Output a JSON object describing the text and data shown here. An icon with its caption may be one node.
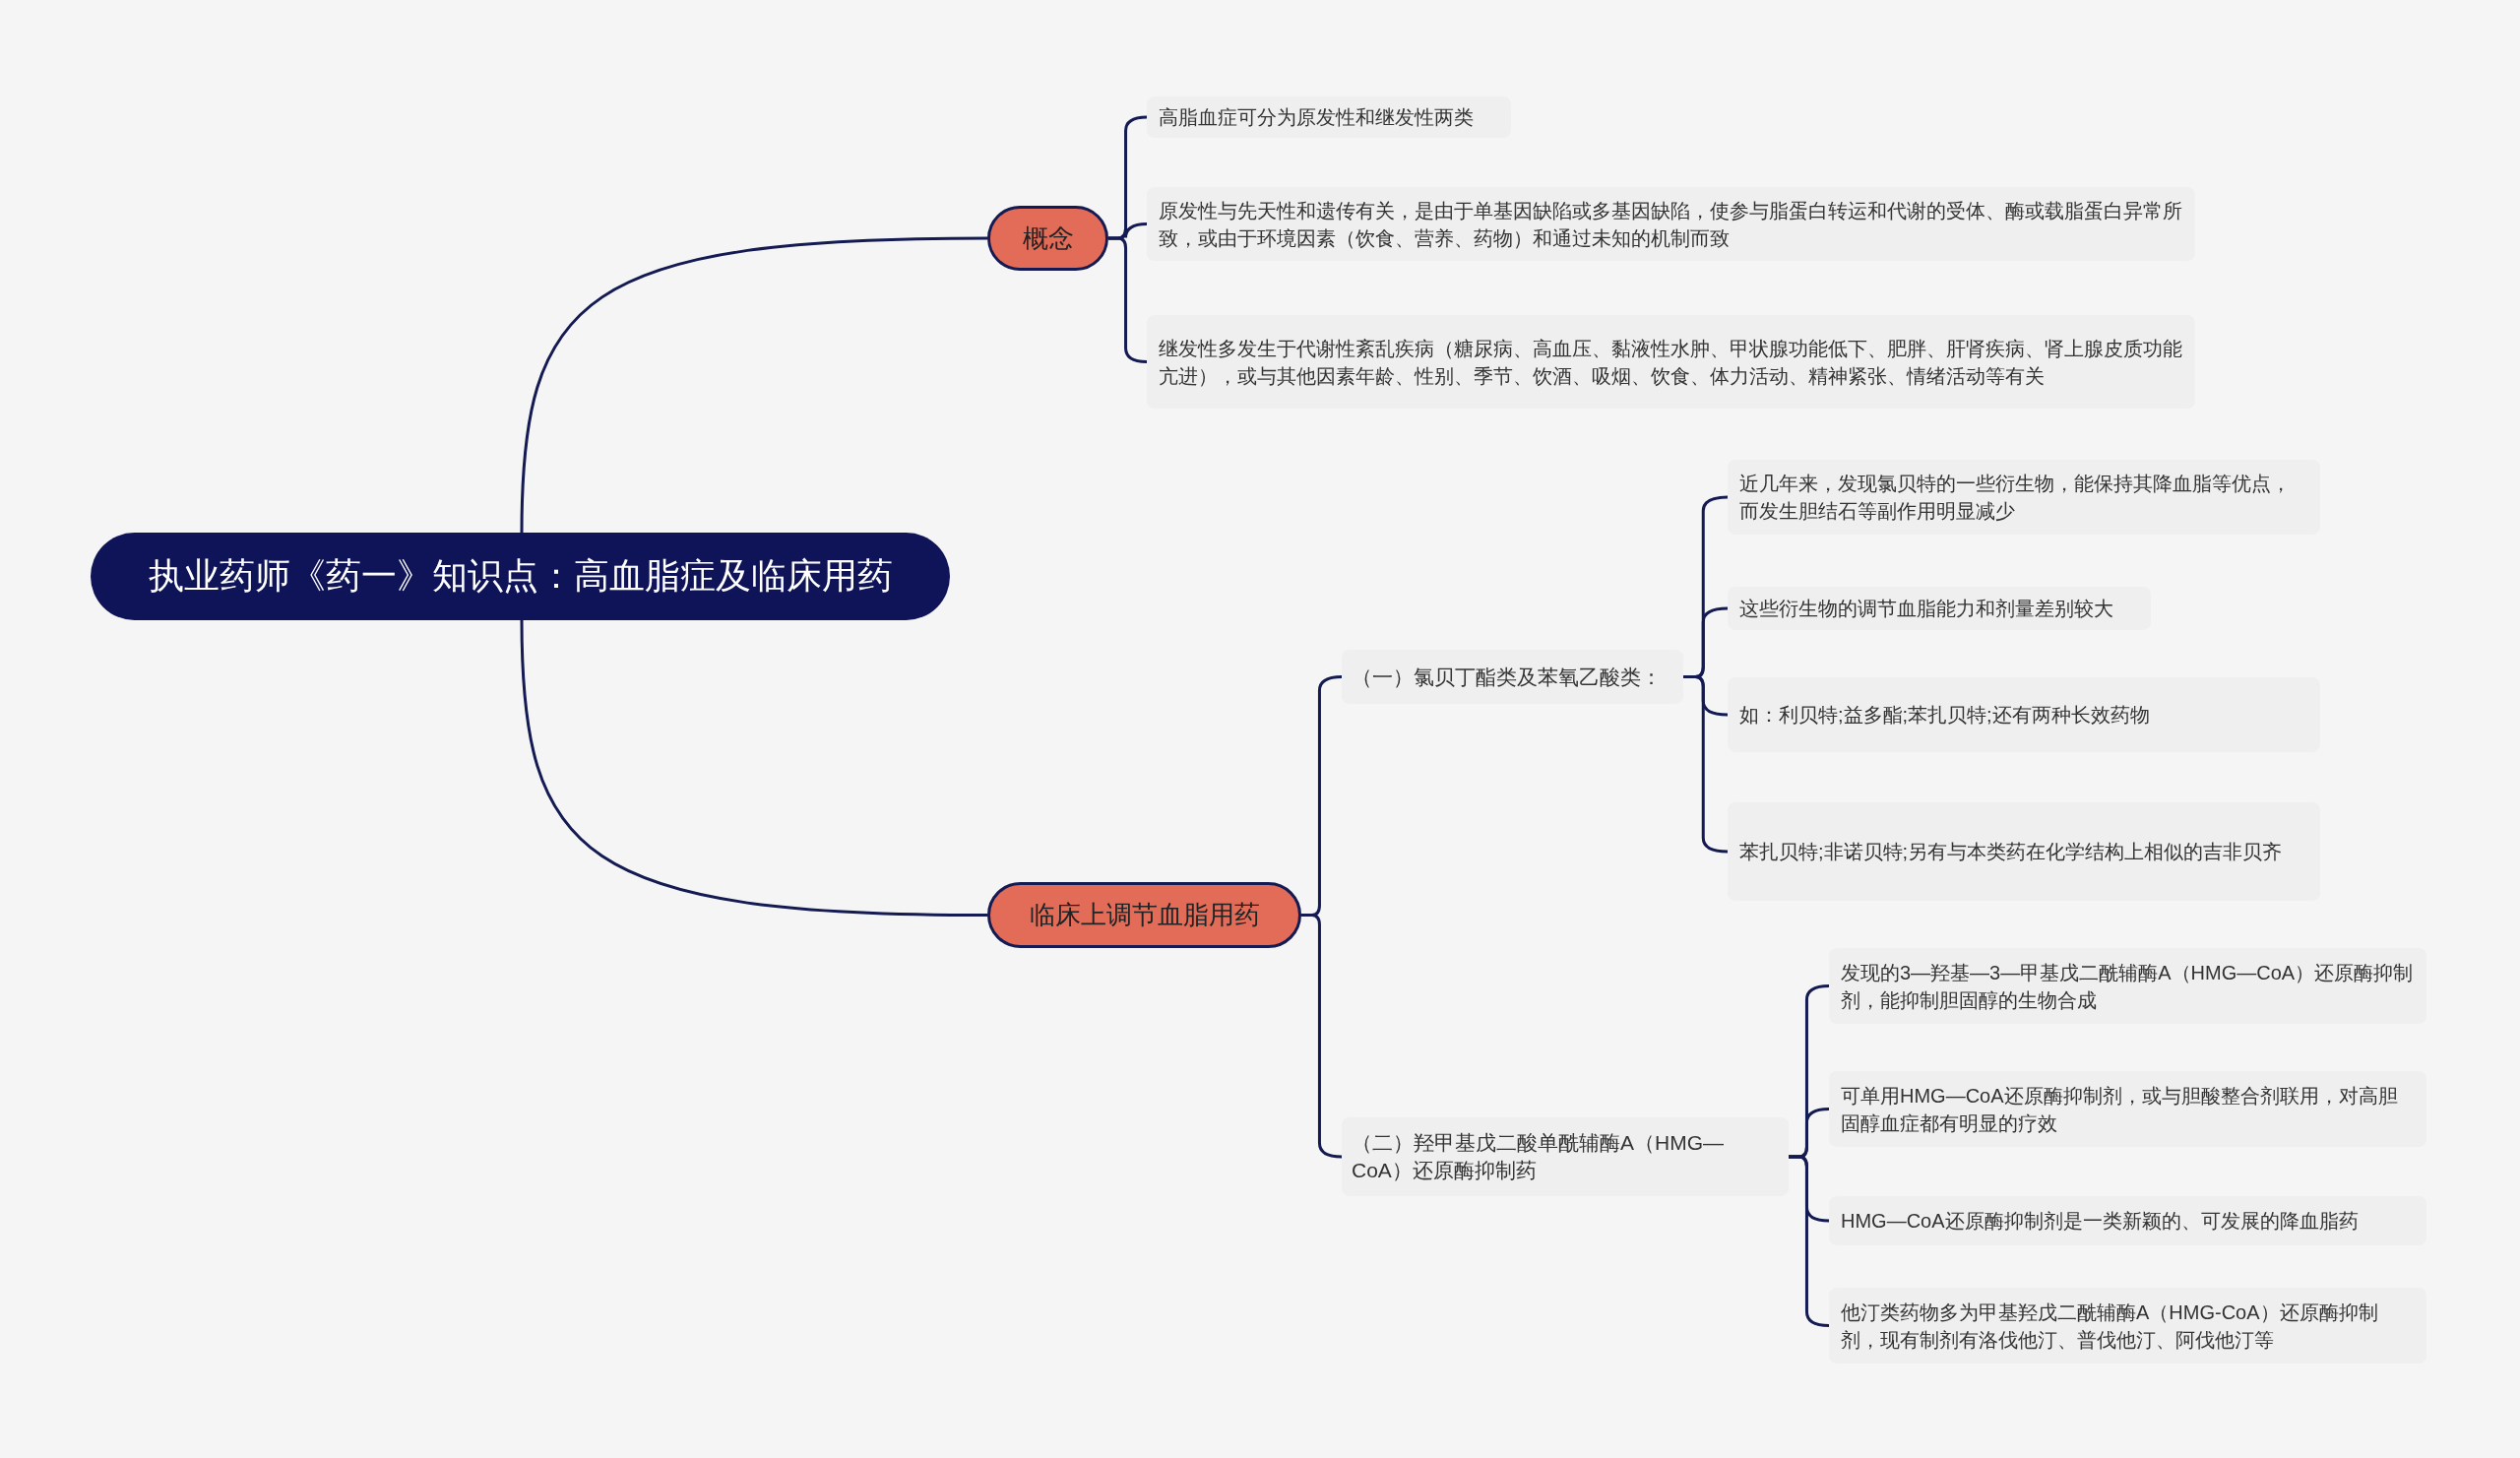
{
  "diagram": {
    "nodes": [
      {
        "text": [
          "执业药师《药一》知识点：高血脂症及临床用药"
        ]
      },
      {
        "text": [
          "概念"
        ]
      },
      {
        "text": [
          "高脂血症可分为原发性和继发性两类"
        ]
      },
      {
        "text": [
          "原发性与先天性和遗传有关，是由于单基因缺陷或多基因缺陷，使参与脂蛋白转运和代谢的受体、酶或载脂蛋白异常所致，或由于环境因素（饮食、营养、药物）和通过未知的机制而致"
        ]
      },
      {
        "text": [
          "继发性多发生于代谢性紊乱疾病（糖尿病、高血压、黏液性水肿、甲状腺功能低下、肥胖、肝肾疾病、肾上腺皮质功能亢进），或与其他因素年龄、性别、季节、饮酒、吸烟、饮食、体力活动、精神紧张、情绪活动等有关"
        ]
      },
      {
        "text": [
          "临床上调节血脂用药"
        ]
      },
      {
        "text": [
          "（一）氯贝丁酯类及苯氧乙酸类："
        ]
      },
      {
        "text": [
          "近几年来，发现氯贝特的一些衍生物，能保持其降血脂等优点，而发生胆结石等副作用明显减少"
        ]
      },
      {
        "text": [
          "这些衍生物的调节血脂能力和剂量差别较大"
        ]
      },
      {
        "text": [
          "如：利贝特;益多酯;苯扎贝特;还有两种长效药物"
        ]
      },
      {
        "text": [
          "苯扎贝特;非诺贝特;另有与本类药在化学结构上相似的吉非贝齐"
        ]
      },
      {
        "text": [
          "（二）羟甲基戊二酸单酰辅酶A（HMG—CoA）还原酶抑制药"
        ]
      },
      {
        "text": [
          "发现的3—羟基—3—甲基戊二酰辅酶A（HMG—CoA）还原酶抑制剂，能抑制胆固醇的生物合成"
        ]
      },
      {
        "text": [
          "可单用HMG—CoA还原酶抑制剂，或与胆酸整合剂联用，对高胆固醇血症都有明显的疗效"
        ]
      },
      {
        "text": [
          "HMG—CoA还原酶抑制剂是一类新颖的、可发展的降血脂药"
        ]
      },
      {
        "text": [
          "他汀类药物多为甲基羟戊二酰辅酶A（HMG-CoA）还原酶抑制剂，现有制剂有洛伐他汀、普伐他汀、阿伐他汀等"
        ]
      }
    ],
    "edges": [
      {
        "from": 0,
        "to": 1,
        "arrow": "none"
      },
      {
        "from": 0,
        "to": 5,
        "arrow": "none"
      },
      {
        "from": 1,
        "to": 2,
        "arrow": "none"
      },
      {
        "from": 1,
        "to": 3,
        "arrow": "none"
      },
      {
        "from": 1,
        "to": 4,
        "arrow": "none"
      },
      {
        "from": 5,
        "to": 6,
        "arrow": "none"
      },
      {
        "from": 5,
        "to": 11,
        "arrow": "none"
      },
      {
        "from": 6,
        "to": 7,
        "arrow": "none"
      },
      {
        "from": 6,
        "to": 8,
        "arrow": "none"
      },
      {
        "from": 6,
        "to": 9,
        "arrow": "none"
      },
      {
        "from": 6,
        "to": 10,
        "arrow": "none"
      },
      {
        "from": 11,
        "to": 12,
        "arrow": "none"
      },
      {
        "from": 11,
        "to": 13,
        "arrow": "none"
      },
      {
        "from": 11,
        "to": 14,
        "arrow": "none"
      },
      {
        "from": 11,
        "to": 15,
        "arrow": "none"
      }
    ]
  }
}
